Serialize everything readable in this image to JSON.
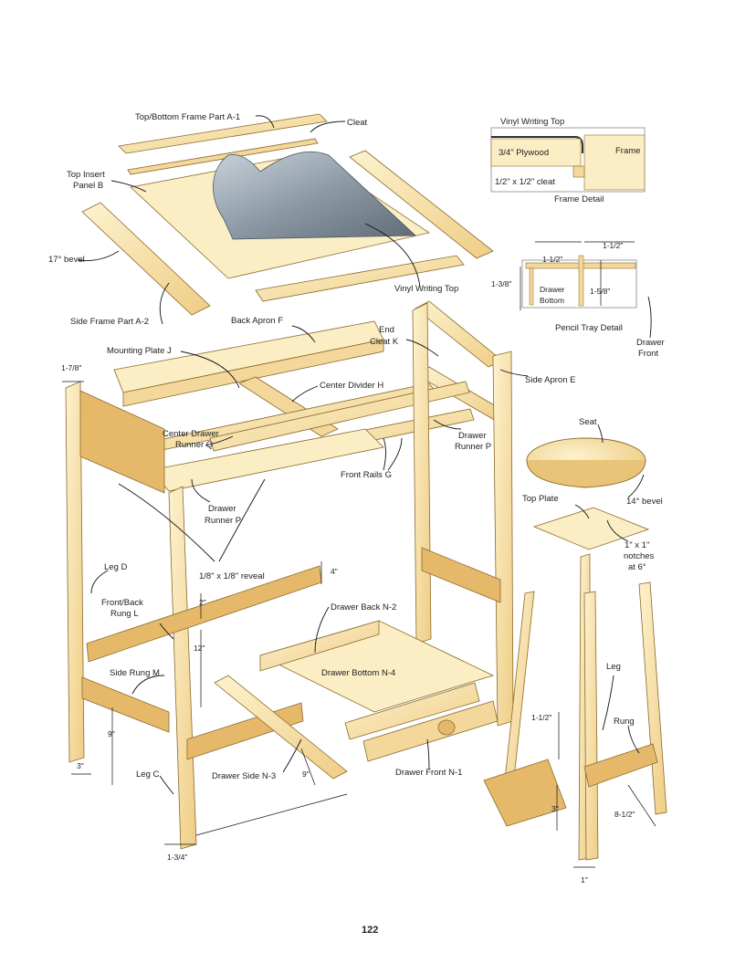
{
  "page_number": "122",
  "labels": {
    "top_bottom_frame": "Top/Bottom Frame Part A-1",
    "cleat": "Cleat",
    "top_insert": "Top Insert",
    "panel_b": "Panel B",
    "bevel_17": "17° bevel",
    "side_frame": "Side Frame Part A-2",
    "vinyl_writing_top": "Vinyl Writing Top",
    "back_apron": "Back Apron F",
    "end": "End",
    "cleat_k": "Cleat K",
    "mounting_plate": "Mounting Plate J",
    "dim_1_7_8": "1-7/8\"",
    "center_divider": "Center Divider H",
    "side_apron": "Side Apron E",
    "center_drawer": "Center Drawer",
    "runner_q": "Runner Q",
    "drawer_1": "Drawer",
    "runner_p1": "Runner P",
    "front_rails": "Front Rails G",
    "drawer_2": "Drawer",
    "runner_p2": "Runner P",
    "seat": "Seat",
    "bevel_14": "14° bevel",
    "top_plate": "Top Plate",
    "notches_1": "1\" x 1\"",
    "notches_2": "notches",
    "notches_3": "at 6°",
    "leg_d": "Leg D",
    "reveal": "1/8\" x 1/8\" reveal",
    "dim_4": "4\"",
    "front_back": "Front/Back",
    "rung_l": "Rung L",
    "dim_2": "2\"",
    "drawer_back": "Drawer Back N-2",
    "dim_12": "12\"",
    "drawer_bottom": "Drawer Bottom N-4",
    "side_rung": "Side Rung M",
    "leg": "Leg",
    "dim_1_1_2_stool": "1-1/2\"",
    "rung": "Rung",
    "dim_9_left": "9\"",
    "dim_3_left": "3\"",
    "leg_c": "Leg C",
    "drawer_side": "Drawer Side N-3",
    "dim_9_mid": "9\"",
    "drawer_front": "Drawer Front N-1",
    "dim_3_stool": "3\"",
    "dim_8_1_2": "8-1/2\"",
    "dim_1_3_4": "1-3/4\"",
    "dim_1_stool": "1\""
  },
  "frame_detail": {
    "vinyl": "Vinyl Writing Top",
    "plywood": "3/4\" Plywood",
    "frame": "Frame",
    "cleat": "1/2\" x 1/2\" cleat",
    "caption": "Frame Detail"
  },
  "pencil_tray_detail": {
    "dim_a": "1-1/2\"",
    "dim_b": "1-1/2\"",
    "dim_c": "1-3/8\"",
    "dim_d": "1-5/8\"",
    "drawer_bottom_1": "Drawer",
    "drawer_bottom_2": "Bottom",
    "caption": "Pencil Tray Detail",
    "drawer_front_1": "Drawer",
    "drawer_front_2": "Front"
  },
  "colors": {
    "wood_light": "#fbeec4",
    "wood_mid": "#f4d79a",
    "wood_dark": "#e6b96a",
    "vinyl": "#8d9aa6"
  }
}
